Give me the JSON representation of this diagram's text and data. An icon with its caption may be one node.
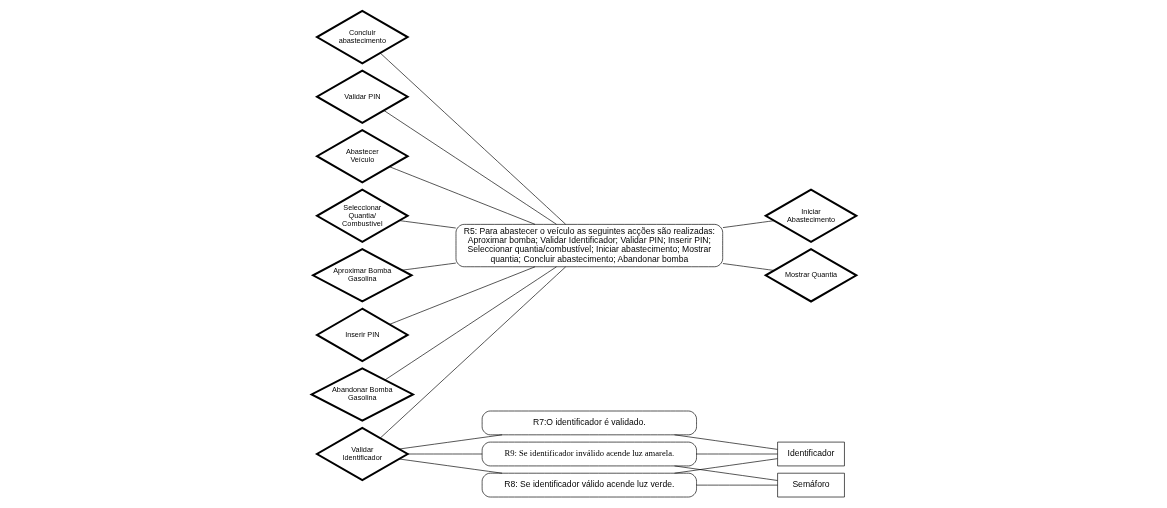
{
  "diagram": {
    "nodes": [
      {
        "text": [
          "Seleccionar Quantia/ Combustível"
        ]
      },
      {
        "text": [
          "Aproximar Bomba Gasolina"
        ]
      },
      {
        "text": [
          "Inserir PIN"
        ]
      },
      {
        "text": [
          "Abandonar Bomba Gasolina"
        ]
      },
      {
        "text": [
          "Concluir abastecimento"
        ]
      },
      {
        "text": [
          "Validar PIN"
        ]
      },
      {
        "text": [
          "Abastecer Veículo"
        ]
      },
      {
        "text": [
          "R5: Para abastecer o veículo as seguintes acções são realizadas: Aproximar bomba; Validar Identificador; Validar PIN; Inserir PIN; Seleccionar quantia/combustível; Iniciar abastecimento; Mostrar quantia; Concluir abastecimento; Abandonar bomba"
        ]
      },
      {
        "text": [
          "Iniciar Abastecimento"
        ]
      },
      {
        "text": [
          "Mostrar Quantia"
        ]
      },
      {
        "text": [
          "Validar Identificador"
        ]
      },
      {
        "text": [
          "R7:O identificador é validado."
        ]
      },
      {
        "text": [
          "R8: Se identificador válido acende luz verde."
        ]
      },
      {
        "text": [
          "R9: Se identificador inválido acende luz amarela."
        ]
      },
      {
        "text": [
          "Identificador"
        ]
      },
      {
        "text": [
          "Semáforo"
        ]
      }
    ],
    "edges": [
      {
        "from": 0,
        "to": 7,
        "arrow": "none"
      },
      {
        "from": 1,
        "to": 7,
        "arrow": "none"
      },
      {
        "from": 2,
        "to": 7,
        "arrow": "none"
      },
      {
        "from": 3,
        "to": 7,
        "arrow": "none"
      },
      {
        "from": 4,
        "to": 7,
        "arrow": "none"
      },
      {
        "from": 5,
        "to": 7,
        "arrow": "none"
      },
      {
        "from": 6,
        "to": 7,
        "arrow": "none"
      },
      {
        "from": 7,
        "to": 8,
        "arrow": "none"
      },
      {
        "from": 7,
        "to": 9,
        "arrow": "none"
      },
      {
        "from": 10,
        "to": 7,
        "arrow": "none"
      },
      {
        "from": 10,
        "to": 11,
        "arrow": "none"
      },
      {
        "from": 10,
        "to": 12,
        "arrow": "none"
      },
      {
        "from": 10,
        "to": 13,
        "arrow": "none"
      },
      {
        "from": 11,
        "to": 14,
        "arrow": "none"
      },
      {
        "from": 12,
        "to": 14,
        "arrow": "none"
      },
      {
        "from": 12,
        "to": 15,
        "arrow": "none"
      },
      {
        "from": 13,
        "to": 14,
        "arrow": "none"
      },
      {
        "from": 13,
        "to": 15,
        "arrow": "none"
      }
    ]
  }
}
